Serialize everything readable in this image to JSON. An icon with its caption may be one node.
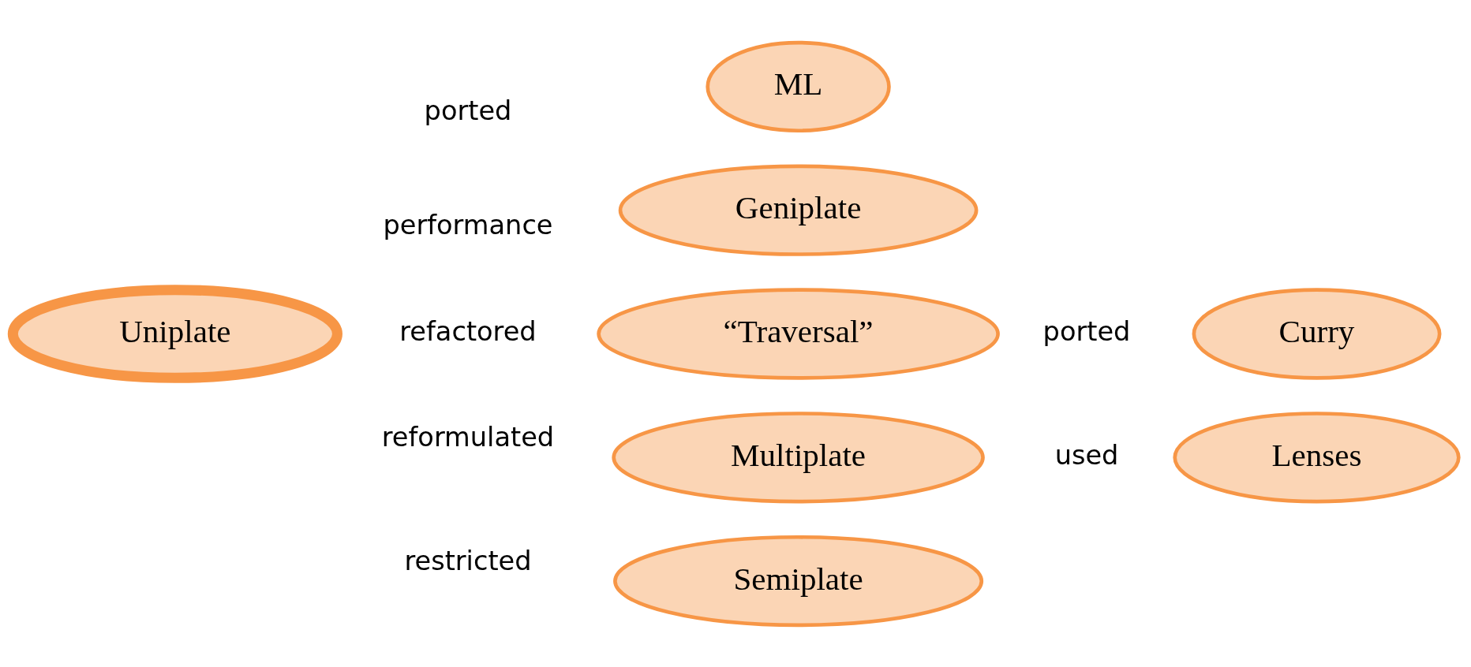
{
  "diagram": {
    "nodes": [
      {
        "text": [
          "ML"
        ]
      },
      {
        "text": [
          "Geniplate"
        ]
      },
      {
        "text": [
          "Uniplate"
        ]
      },
      {
        "text": [
          "“Traversal”"
        ]
      },
      {
        "text": [
          "Curry"
        ]
      },
      {
        "text": [
          "Multiplate"
        ]
      },
      {
        "text": [
          "Lenses"
        ]
      },
      {
        "text": [
          "Semiplate"
        ]
      }
    ],
    "labels": [
      "ported",
      "performance",
      "refactored",
      "ported",
      "reformulated",
      "used",
      "restricted"
    ]
  }
}
